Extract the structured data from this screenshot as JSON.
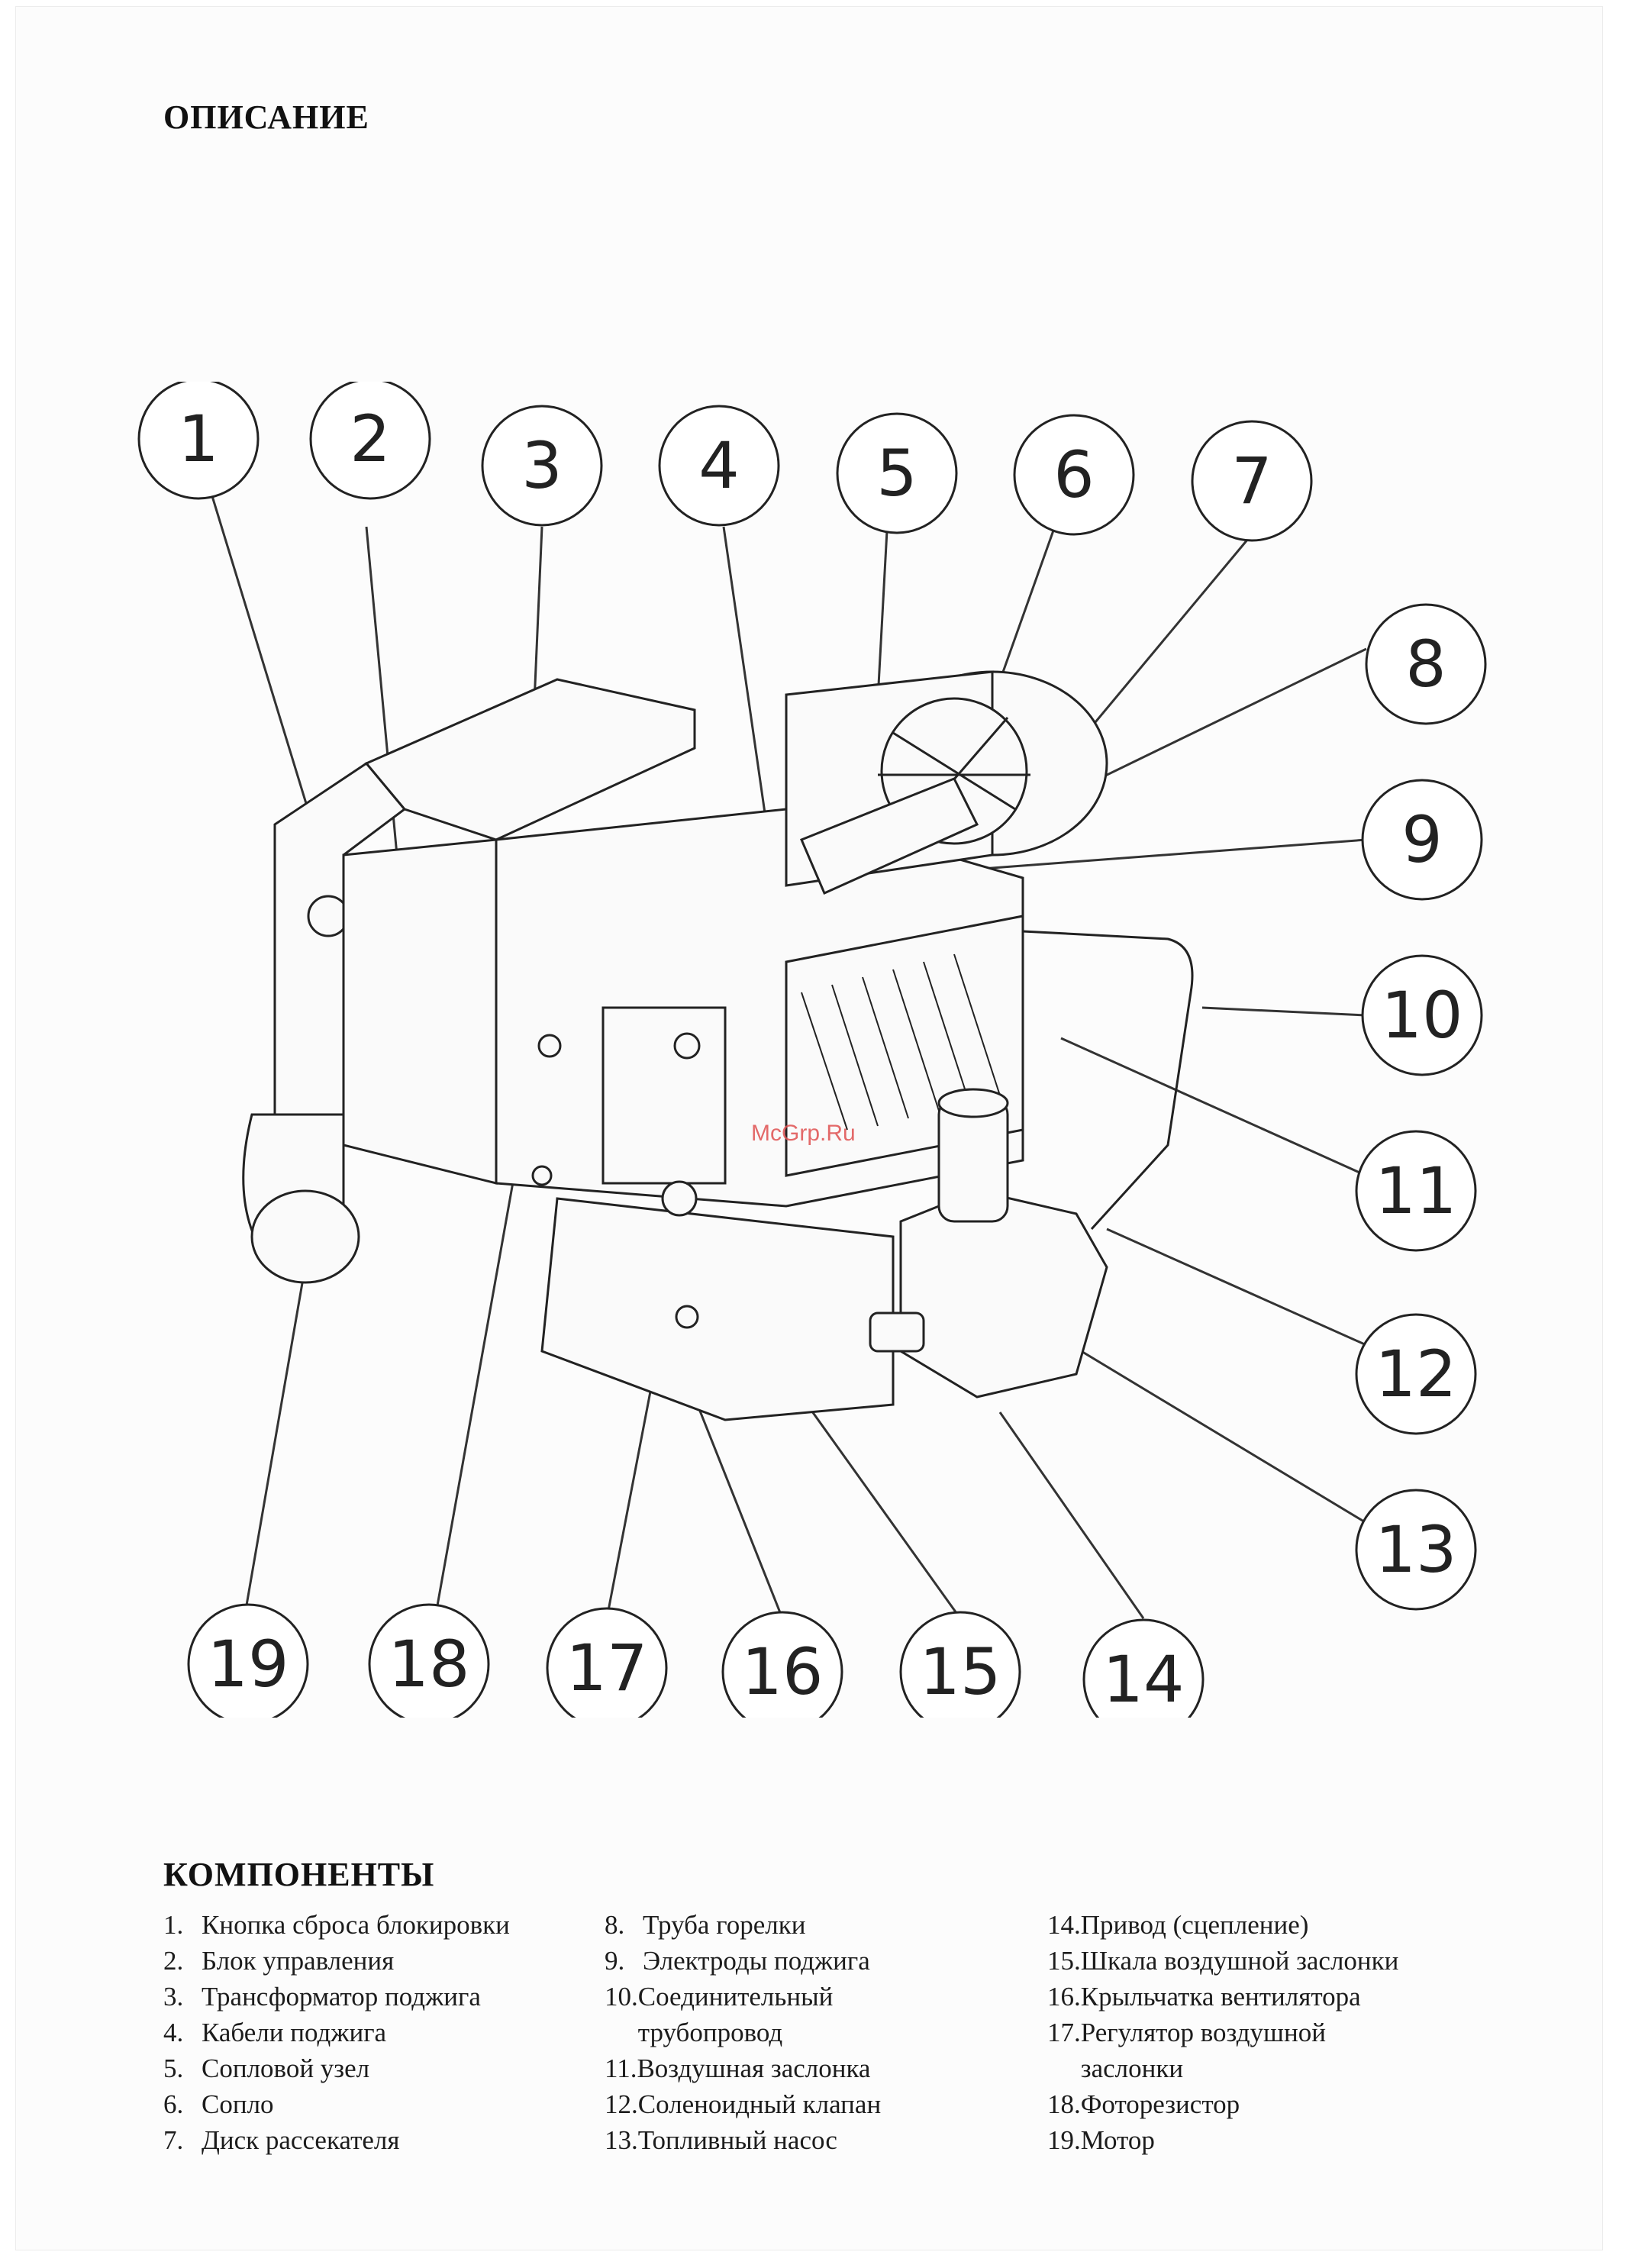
{
  "headings": {
    "description": "ОПИСАНИЕ",
    "components": "КОМПОНЕНТЫ"
  },
  "watermark": "McGrp.Ru",
  "callouts": [
    "1",
    "2",
    "3",
    "4",
    "5",
    "6",
    "7",
    "8",
    "9",
    "10",
    "11",
    "12",
    "13",
    "14",
    "15",
    "16",
    "17",
    "18",
    "19"
  ],
  "legend": {
    "col1": [
      {
        "num": "1.",
        "text": "Кнопка сброса блокировки"
      },
      {
        "num": "2.",
        "text": "Блок управления"
      },
      {
        "num": "3.",
        "text": "Трансформатор поджига"
      },
      {
        "num": "4.",
        "text": "Кабели поджига"
      },
      {
        "num": "5.",
        "text": "Сопловой узел"
      },
      {
        "num": "6.",
        "text": "Сопло"
      },
      {
        "num": "7.",
        "text": "Диск рассекателя"
      }
    ],
    "col2": [
      {
        "num": "8.",
        "text": "Труба горелки"
      },
      {
        "num": "9.",
        "text": "Электроды поджига"
      },
      {
        "num": "10.",
        "text": "Соединительный трубопровод"
      },
      {
        "num": "11.",
        "text": "Воздушная заслонка"
      },
      {
        "num": "12.",
        "text": "Соленоидный клапан"
      },
      {
        "num": "13.",
        "text": "Топливный насос"
      }
    ],
    "col3": [
      {
        "num": "14.",
        "text": "Привод (сцепление)"
      },
      {
        "num": "15.",
        "text": "Шкала воздушной заслонки"
      },
      {
        "num": "16.",
        "text": "Крыльчатка вентилятора"
      },
      {
        "num": "17.",
        "text": "Регулятор воздушной заслонки"
      },
      {
        "num": "18.",
        "text": "Фоторезистор"
      },
      {
        "num": "19.",
        "text": "Мотор"
      }
    ]
  }
}
